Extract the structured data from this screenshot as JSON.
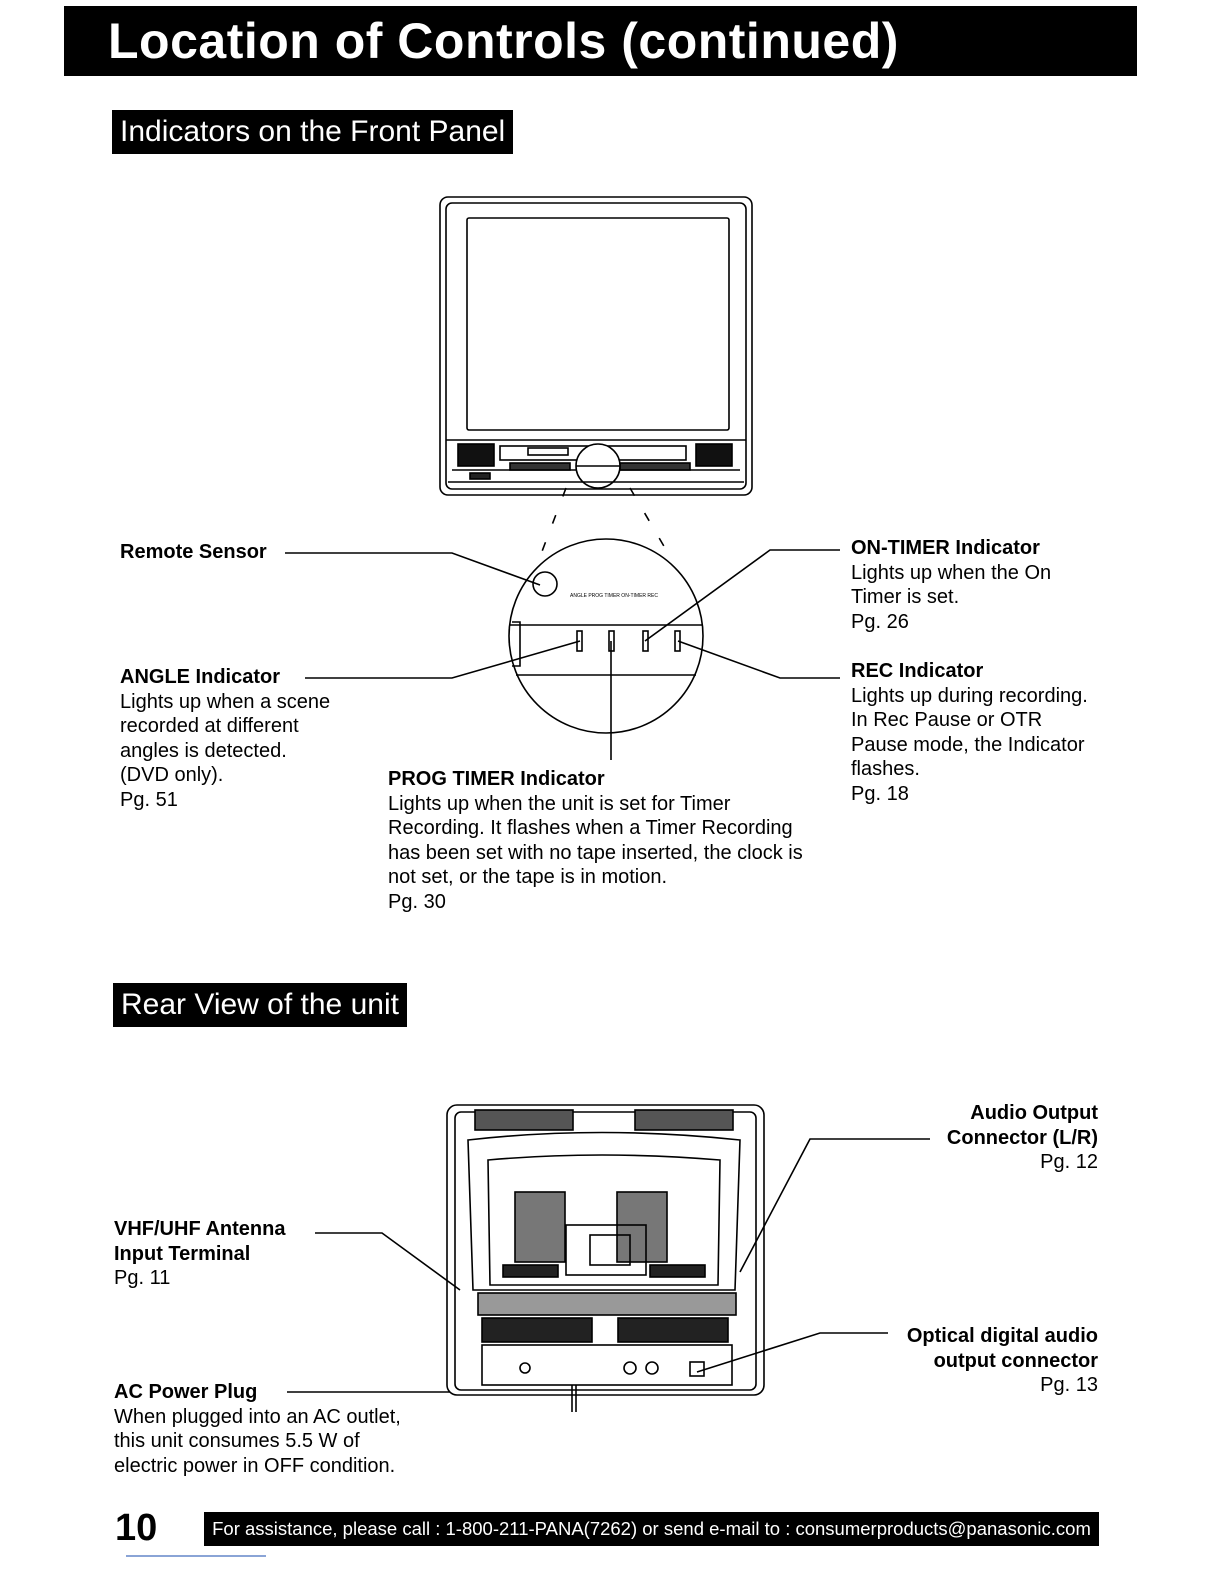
{
  "header": {
    "title": "Location of Controls (continued)"
  },
  "sections": {
    "front": "Indicators on the Front Panel",
    "rear": "Rear View of the unit"
  },
  "front_labels": {
    "remote": {
      "title": "Remote Sensor"
    },
    "angle": {
      "title": "ANGLE Indicator",
      "lines": [
        "Lights up when a scene",
        "recorded at different",
        "angles is detected.",
        "(DVD only).",
        "Pg. 51"
      ]
    },
    "prog": {
      "title": "PROG TIMER Indicator",
      "lines": [
        "Lights up when the unit is set for Timer",
        "Recording. It flashes when a Timer Recording",
        "has been set with no tape inserted, the clock is",
        "not set, or the tape is in motion.",
        "Pg. 30"
      ]
    },
    "ontimer": {
      "title": "ON-TIMER Indicator",
      "lines": [
        "Lights up when the On",
        "Timer is set.",
        "Pg. 26"
      ]
    },
    "rec": {
      "title": "REC Indicator",
      "lines": [
        "Lights up during recording.",
        "In Rec Pause or OTR",
        "Pause mode, the Indicator",
        "flashes.",
        "Pg. 18"
      ]
    },
    "panel_tiny": "ANGLE  PROG TIMER  ON-TIMER  REC"
  },
  "rear_labels": {
    "antenna": {
      "line1": "VHF/UHF Antenna",
      "line2": "Input Terminal",
      "page": "Pg. 11"
    },
    "ac": {
      "title": "AC Power Plug",
      "lines": [
        "When plugged into an AC outlet,",
        "this unit consumes 5.5 W of",
        "electric power in OFF condition."
      ]
    },
    "audio": {
      "line1": "Audio Output",
      "line2": "Connector (L/R)",
      "page": "Pg. 12"
    },
    "optical": {
      "line1": "Optical digital audio",
      "line2": "output connector",
      "page": "Pg. 13"
    }
  },
  "footer": {
    "page_number": "10",
    "assist": "For assistance, please call : 1-800-211-PANA(7262) or send e-mail to : consumerproducts@panasonic.com"
  }
}
